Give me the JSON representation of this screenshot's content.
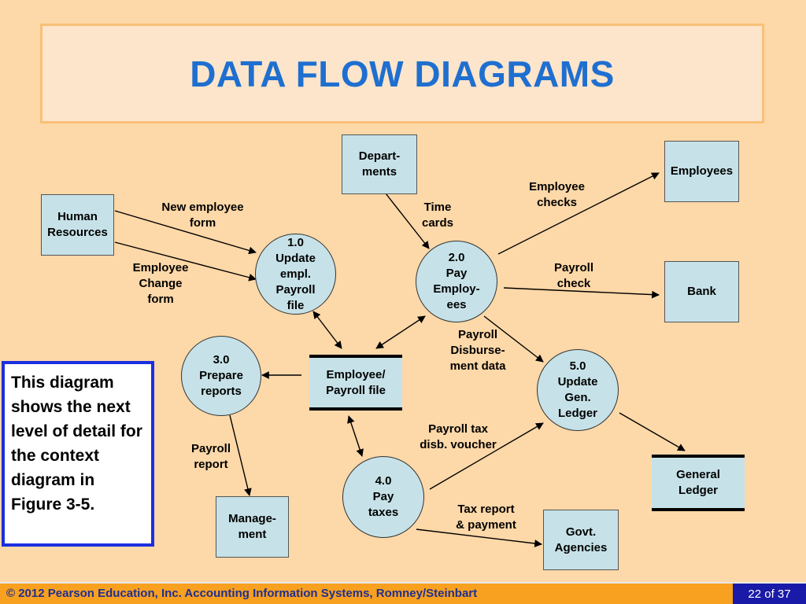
{
  "title": "DATA FLOW DIAGRAMS",
  "entities": {
    "departments": "Depart-\nments",
    "employees": "Employees",
    "human_resources": "Human\nResources",
    "bank": "Bank",
    "management": "Manage-\nment",
    "govt_agencies": "Govt.\nAgencies"
  },
  "processes": {
    "p1": "1.0\nUpdate\nempl.\nPayroll\nfile",
    "p2": "2.0\nPay\nEmploy-\nees",
    "p3": "3.0\nPrepare\nreports",
    "p4": "4.0\nPay\ntaxes",
    "p5": "5.0\nUpdate\nGen.\nLedger"
  },
  "stores": {
    "employee_payroll_file": "Employee/\nPayroll file",
    "general_ledger": "General\nLedger"
  },
  "flows": {
    "new_employee_form": "New employee\nform",
    "employee_change_form": "Employee\nChange\nform",
    "time_cards": "Time\ncards",
    "employee_checks": "Employee\nchecks",
    "payroll_check": "Payroll\ncheck",
    "payroll_disbursement_data": "Payroll\nDisburse-\nment data",
    "payroll_report": "Payroll\nreport",
    "payroll_tax_voucher": "Payroll tax\ndisb. voucher",
    "tax_report_payment": "Tax report\n& payment"
  },
  "note": "This diagram shows the next level of detail for the context diagram in Figure 3-5.",
  "footer": {
    "text": "© 2012 Pearson Education, Inc.   Accounting Information Systems,   Romney/Steinbart",
    "page": "22 of 37"
  },
  "colors": {
    "background": "#fdd8a8",
    "title_text": "#1f6fd0",
    "shape_fill": "#c6e2e8",
    "footer_bar": "#f8a020",
    "footer_text": "#1f2f8f",
    "page_badge": "#1a1aa8",
    "note_border": "#1a2fe0"
  }
}
